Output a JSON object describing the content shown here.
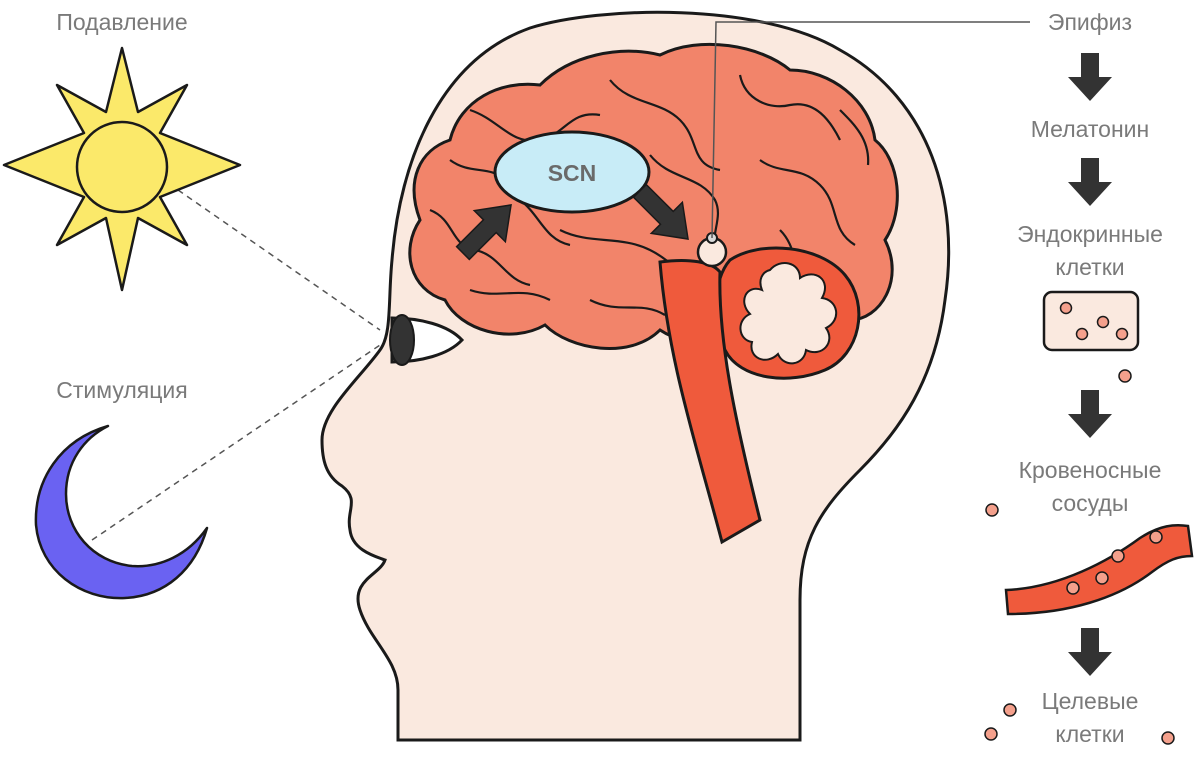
{
  "labels": {
    "suppression": "Подавление",
    "stimulation": "Стимуляция",
    "scn": "SCN",
    "pineal": "Эпифиз",
    "melatonin": "Мелатонин",
    "endocrine_line1": "Эндокринные",
    "endocrine_line2": "клетки",
    "blood_line1": "Кровеносные",
    "blood_line2": "сосуды",
    "target_line1": "Целевые",
    "target_line2": "клетки"
  },
  "colors": {
    "sun": "#fbe96a",
    "moon": "#6a62f2",
    "skin": "#fae9df",
    "brain": "#f2846a",
    "brainstem": "#ef5a3c",
    "scn": "#c8ecf7",
    "arrow": "#333333",
    "cell_box": "#fae9df",
    "dot": "#f4a08c",
    "text": "#7a7a7a"
  }
}
